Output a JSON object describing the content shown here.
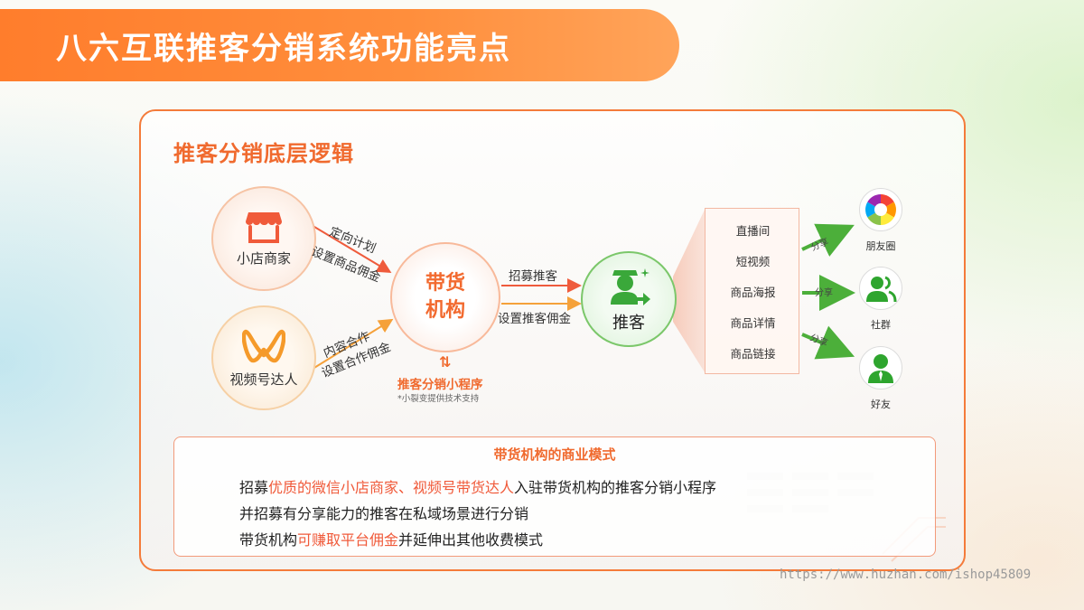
{
  "page_title": "八六互联推客分销系统功能亮点",
  "section_title": "推客分销底层逻辑",
  "nodes": {
    "merchant": "小店商家",
    "video_creator": "视频号达人",
    "org_line1": "带货",
    "org_line2": "机构",
    "promoter": "推客"
  },
  "edges": {
    "merchant_top": "定向计划",
    "merchant_bottom": "设置商品佣金",
    "video_top": "内容合作",
    "video_bottom": "设置合作佣金",
    "promoter_top": "招募推客",
    "promoter_bottom": "设置推客佣金"
  },
  "mini_program": {
    "arrows": "⇅",
    "label": "推客分销小程序",
    "note": "*小裂变提供技术支持"
  },
  "channels": [
    "直播间",
    "短视频",
    "商品海报",
    "商品详情",
    "商品链接"
  ],
  "share_label": "分享",
  "share_targets": [
    "朋友圈",
    "社群",
    "好友"
  ],
  "business_model": {
    "title": "带货机构的商业模式",
    "line1_a": "招募",
    "line1_hl": "优质的微信小店商家、视频号带货达人",
    "line1_b": "入驻带货机构的推客分销小程序",
    "line2": "并招募有分享能力的推客在私域场景进行分销",
    "line3_a": "带货机构",
    "line3_hl": "可赚取平台佣金",
    "line3_b": "并延伸出其他收费模式"
  },
  "watermark": "https://www.huzhan.com/ishop45809",
  "colors": {
    "accent": "#f06a2e",
    "green": "#4caf3a",
    "highlight": "#f05a3a"
  }
}
